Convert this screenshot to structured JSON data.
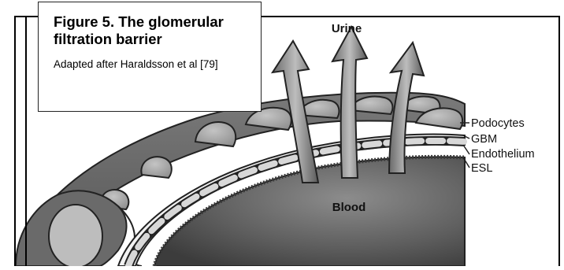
{
  "caption": {
    "title": "Figure 5. The glomerular filtration barrier",
    "note": "Adapted after Haraldsson et al [79]"
  },
  "labels": {
    "top": "Urine",
    "bottom": "Blood",
    "layers": [
      "Podocytes",
      "GBM",
      "Endothelium",
      "ESL"
    ]
  }
}
